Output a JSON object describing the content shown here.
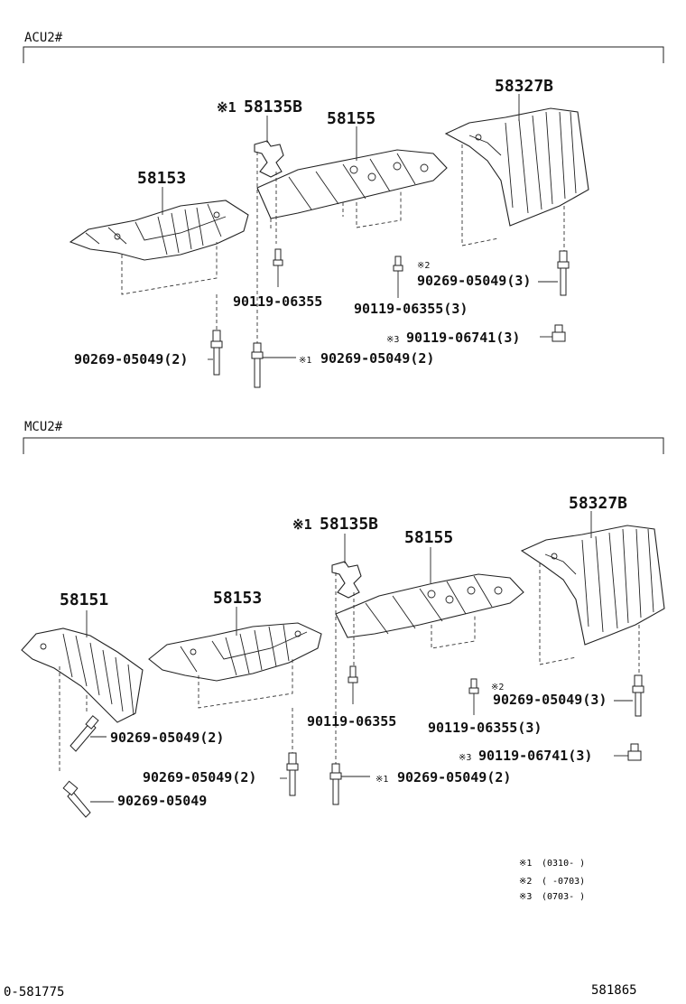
{
  "sections": [
    {
      "id": "acu",
      "header": "ACU2#",
      "labels": {
        "p58135b_mark": "※1",
        "p58135b": "58135B",
        "p58155": "58155",
        "p58327b": "58327B",
        "p58153": "58153",
        "mark2": "※2",
        "b_05049_3": "90269-05049(3)",
        "b_06355": "90119-06355",
        "b_06355_3": "90119-06355(3)",
        "mark3": "※3",
        "b_06741_3": "90119-06741(3)",
        "b_05049_2a": "90269-05049(2)",
        "mark1b": "※1",
        "b_05049_2b": "90269-05049(2)"
      }
    },
    {
      "id": "mcu",
      "header": "MCU2#",
      "labels": {
        "p58135b_mark": "※1",
        "p58135b": "58135B",
        "p58155": "58155",
        "p58327b": "58327B",
        "p58151": "58151",
        "p58153": "58153",
        "mark2": "※2",
        "b_05049_3": "90269-05049(3)",
        "b_06355": "90119-06355",
        "b_06355_3": "90119-06355(3)",
        "mark3": "※3",
        "b_06741_3": "90119-06741(3)",
        "b_05049_2a": "90269-05049(2)",
        "b_05049_2b": "90269-05049(2)",
        "mark1b": "※1",
        "b_05049_2c": "90269-05049(2)",
        "b_05049": "90269-05049"
      }
    }
  ],
  "notes": [
    {
      "mark": "※1",
      "text": "(0310-    )"
    },
    {
      "mark": "※2",
      "text": "(    -0703)"
    },
    {
      "mark": "※3",
      "text": "(0703-    )"
    }
  ],
  "footer": {
    "left": "0-581775",
    "right": "581865"
  }
}
